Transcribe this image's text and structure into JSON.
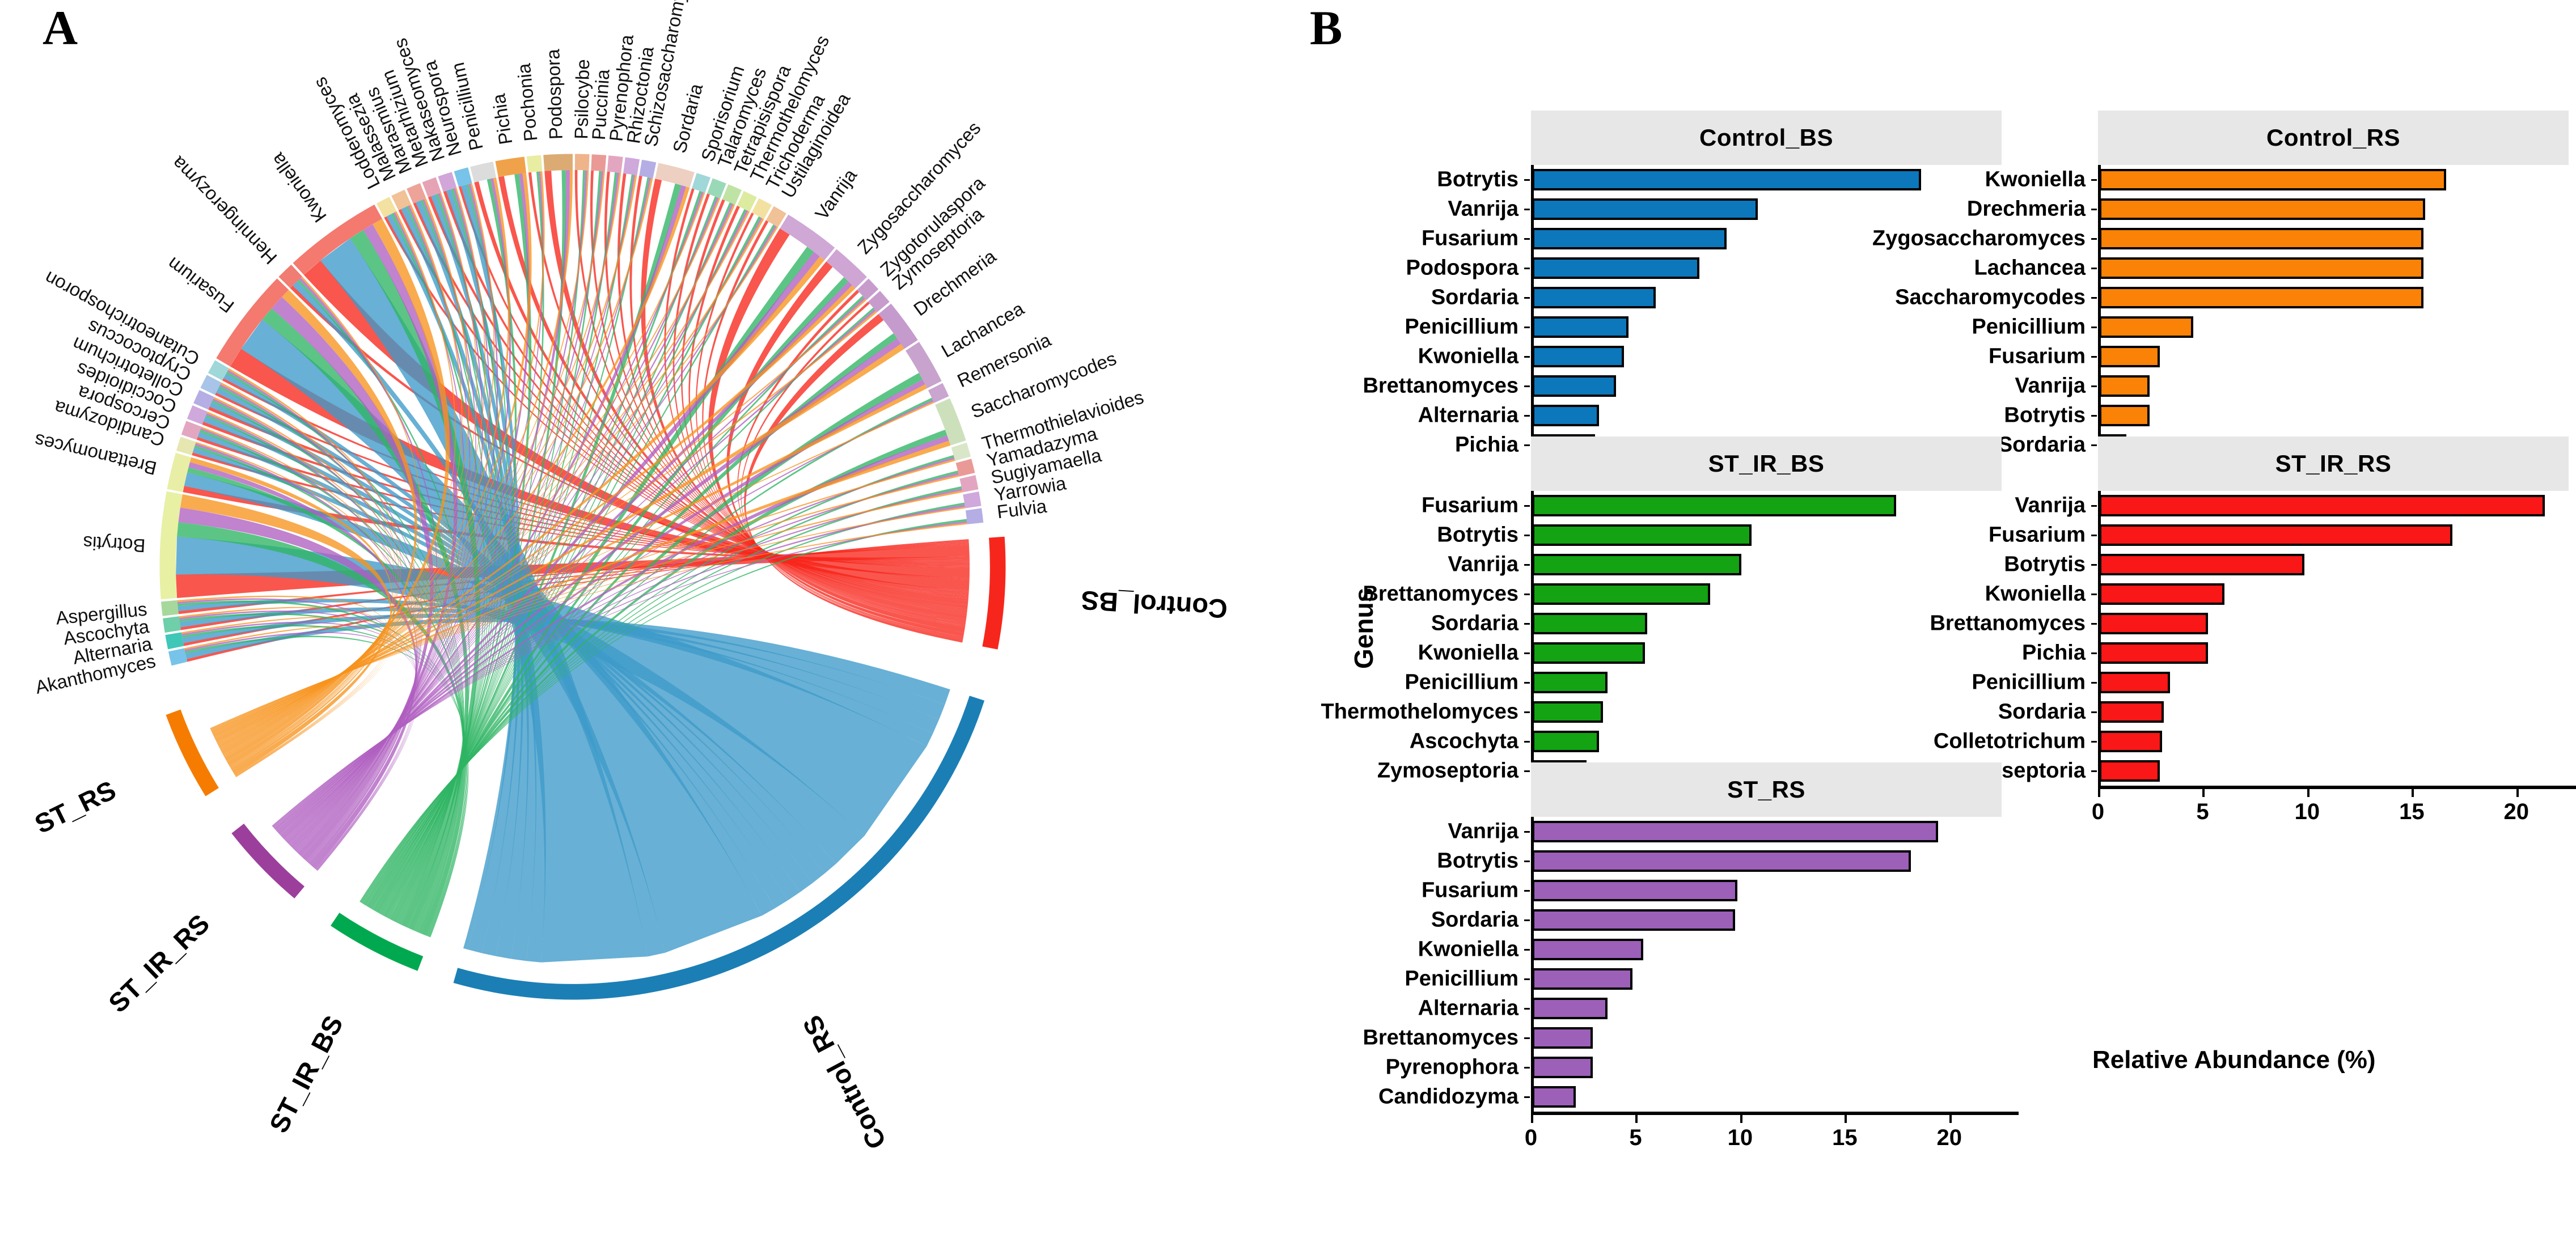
{
  "figure": {
    "panel_a_letter": "A",
    "panel_b_letter": "B"
  },
  "panel_a": {
    "type": "chord-diagram",
    "group_labels": [
      {
        "name": "Control_BS",
        "color": "#ef3b2c"
      },
      {
        "name": "Control_RS",
        "color": "#1f78b4"
      },
      {
        "name": "ST_IR_BS",
        "color": "#00a650"
      },
      {
        "name": "ST_IR_RS",
        "color": "#9b3f9b"
      },
      {
        "name": "ST_RS",
        "color": "#f57c00"
      }
    ],
    "genus_labels": [
      "Akanthomyces",
      "Alternaria",
      "Ascochyta",
      "Aspergillus",
      "Botrytis",
      "Brettanomyces",
      "Candidozyma",
      "Cercospora",
      "Coccidioides",
      "Colletotrichum",
      "Cryptococcus",
      "Cutaneotrichosporon",
      "Fusarium",
      "Henningerozyma",
      "Kwoniella",
      "Lodderomyces",
      "Malassezia",
      "Marasmius",
      "Metarhizium",
      "Nakaseomyces",
      "Neurospora",
      "Penicillium",
      "Pichia",
      "Pochonia",
      "Podospora",
      "Psilocybe",
      "Puccinia",
      "Pyrenophora",
      "Rhizoctonia",
      "Schizosaccharomyces",
      "Sordaria",
      "Sporisorium",
      "Talaromyces",
      "Tetrapisispora",
      "Thermothelomyces",
      "Trichoderma",
      "Ustilaginoidea",
      "Vanrija",
      "Zygosaccharomyces",
      "Zygotorulaspora",
      "Zymoseptoria",
      "Drechmeria",
      "Lachancea",
      "Remersonia",
      "Saccharomycodes",
      "Thermothielavioides",
      "Yamadazyma",
      "Sugiyamaella",
      "Yarrowia",
      "Fulvia"
    ]
  },
  "panel_b": {
    "yaxis_title": "Genus",
    "xaxis_title": "Relative Abundance (%)"
  },
  "chart_data": [
    {
      "type": "bar",
      "orientation": "horizontal",
      "title": "Control_BS",
      "color": "#0c77bb",
      "xlabel": "Relative Abundance (%)",
      "ylabel": "Genus",
      "xlim": [
        0,
        22.5
      ],
      "xticks": [
        0,
        5,
        10,
        15,
        20
      ],
      "categories": [
        "Botrytis",
        "Vanrija",
        "Fusarium",
        "Podospora",
        "Sordaria",
        "Penicillium",
        "Kwoniella",
        "Brettanomyces",
        "Alternaria",
        "Pichia"
      ],
      "values": [
        18.6,
        10.8,
        9.3,
        8.0,
        5.9,
        4.6,
        4.4,
        4.0,
        3.2,
        3.0
      ]
    },
    {
      "type": "bar",
      "orientation": "horizontal",
      "title": "Control_RS",
      "color": "#f98207",
      "xlabel": "Relative Abundance (%)",
      "ylabel": "Genus",
      "xlim": [
        0,
        22.5
      ],
      "xticks": [
        0,
        5,
        10,
        15,
        20
      ],
      "categories": [
        "Kwoniella",
        "Drechmeria",
        "Zygosaccharomyces",
        "Lachancea",
        "Saccharomycodes",
        "Penicillium",
        "Fusarium",
        "Vanrija",
        "Botrytis",
        "Sordaria"
      ],
      "values": [
        16.6,
        15.6,
        15.5,
        15.5,
        15.5,
        4.5,
        2.9,
        2.4,
        2.4,
        1.3
      ]
    },
    {
      "type": "bar",
      "orientation": "horizontal",
      "title": "ST_IR_BS",
      "color": "#13a313",
      "xlabel": "Relative Abundance (%)",
      "ylabel": "Genus",
      "xlim": [
        0,
        22.5
      ],
      "xticks": [
        0,
        5,
        10,
        15,
        20
      ],
      "categories": [
        "Fusarium",
        "Botrytis",
        "Vanrija",
        "Brettanomyces",
        "Sordaria",
        "Kwoniella",
        "Penicillium",
        "Thermothelomyces",
        "Ascochyta",
        "Zymoseptoria"
      ],
      "values": [
        17.4,
        10.5,
        10.0,
        8.5,
        5.5,
        5.4,
        3.6,
        3.4,
        3.2,
        2.6
      ]
    },
    {
      "type": "bar",
      "orientation": "horizontal",
      "title": "ST_IR_RS",
      "color": "#fa1717",
      "xlabel": "Relative Abundance (%)",
      "ylabel": "Genus",
      "xlim": [
        0,
        22.5
      ],
      "xticks": [
        0,
        5,
        10,
        15,
        20
      ],
      "categories": [
        "Vanrija",
        "Fusarium",
        "Botrytis",
        "Kwoniella",
        "Brettanomyces",
        "Pichia",
        "Penicillium",
        "Sordaria",
        "Colletotrichum",
        "Zymoseptoria"
      ],
      "values": [
        21.3,
        16.9,
        9.8,
        6.0,
        5.2,
        5.2,
        3.4,
        3.1,
        3.0,
        2.9
      ]
    },
    {
      "type": "bar",
      "orientation": "horizontal",
      "title": "ST_RS",
      "color": "#9c60b8",
      "xlabel": "Relative Abundance (%)",
      "ylabel": "Genus",
      "xlim": [
        0,
        22.5
      ],
      "xticks": [
        0,
        5,
        10,
        15,
        20
      ],
      "categories": [
        "Vanrija",
        "Botrytis",
        "Fusarium",
        "Sordaria",
        "Kwoniella",
        "Penicillium",
        "Alternaria",
        "Brettanomyces",
        "Pyrenophora",
        "Candidozyma"
      ],
      "values": [
        19.4,
        18.1,
        9.8,
        9.7,
        5.3,
        4.8,
        3.6,
        2.9,
        2.9,
        2.1
      ]
    }
  ]
}
